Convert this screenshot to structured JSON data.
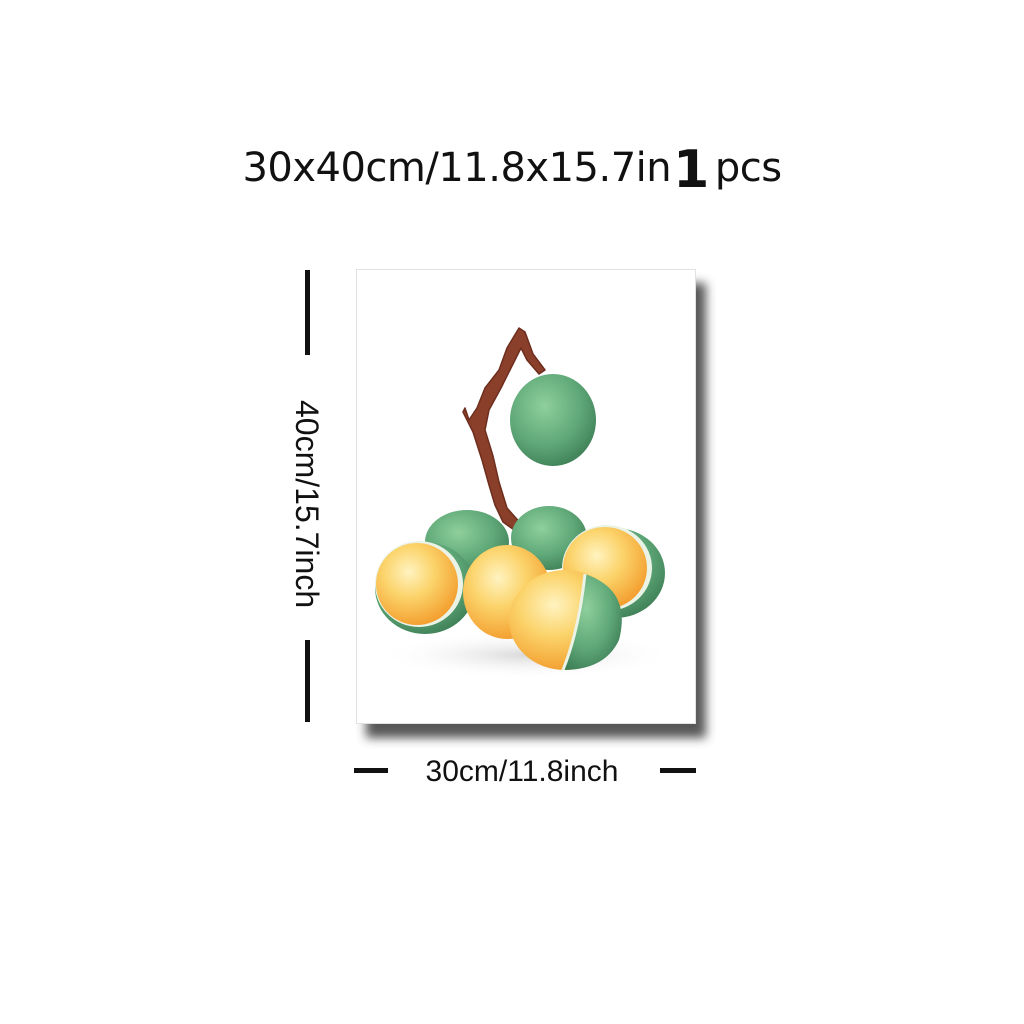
{
  "header": {
    "size_text": "30x40cm/11.8x15.7in",
    "quantity": "1",
    "quantity_unit": "pcs"
  },
  "dimensions": {
    "height_label": "40cm/15.7inch",
    "width_label": "30cm/11.8inch"
  },
  "artwork": {
    "subject": "green and yellow fruit cluster on brown stem",
    "colors": {
      "fruit_green": "#5fa878",
      "fruit_yellow": "#fbd36a",
      "stem_brown": "#8a3f2a",
      "dimension_lines": "#111111"
    }
  }
}
